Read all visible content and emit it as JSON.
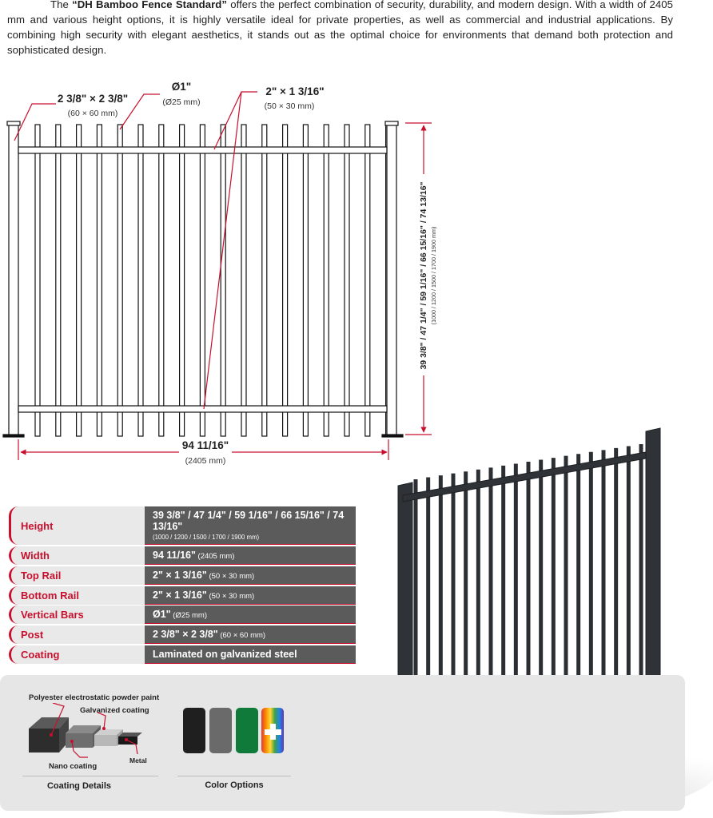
{
  "intro": {
    "pre": "The ",
    "product": "“DH Bamboo Fence Standard”",
    "post": " offers the perfect combination of security, durability, and modern design. With a width of 2405 mm and various height options, it is highly versatile ideal for private properties, as well as commercial and industrial applications. By combining high security with elegant aesthetics, it stands out as the optimal choice for environments that demand both protection and sophisticated design."
  },
  "diagram": {
    "post_dim": "2 3/8\" × 2 3/8\"",
    "post_dim_mm": "(60 × 60 mm)",
    "bar_dim": "Ø1\"",
    "bar_dim_mm": "(Ø25 mm)",
    "rail_dim": "2\" × 1 3/16\"",
    "rail_dim_mm": "(50 × 30 mm)",
    "width": "94 11/16\"",
    "width_mm": "(2405 mm)",
    "height": "39 3/8\" / 47 1/4\" / 59 1/16\" / 66 15/16\" / 74 13/16\"",
    "height_mm": "(1000 / 1200 / 1500 / 1700 / 1900 mm)"
  },
  "specs": [
    {
      "label": "Height",
      "value": "39 3/8\" / 47 1/4\" / 59 1/16\" / 66 15/16\" / 74 13/16\"",
      "sub": "(1000 / 1200 / 1500 / 1700 / 1900 mm)"
    },
    {
      "label": "Width",
      "value": "94 11/16\"",
      "sub": "(2405 mm)"
    },
    {
      "label": "Top Rail",
      "value": "2\" × 1 3/16\"",
      "sub": "(50 × 30 mm)"
    },
    {
      "label": "Bottom Rail",
      "value": "2\" × 1 3/16\"",
      "sub": "(50 × 30 mm)"
    },
    {
      "label": "Vertical Bars",
      "value": "Ø1\"",
      "sub": "(Ø25 mm)"
    },
    {
      "label": "Post",
      "value": "2 3/8\" × 2 3/8\"",
      "sub": "(60 × 60 mm)"
    },
    {
      "label": "Coating",
      "value": "Laminated on galvanized steel",
      "sub": ""
    }
  ],
  "coating": {
    "layer1": "Polyester electrostatic powder paint",
    "layer2": "Galvanized coating",
    "layer3": "Nano coating",
    "layer4": "Metal",
    "title": "Coating Details"
  },
  "colors": {
    "title": "Color Options",
    "swatches": [
      "#1f1f1f",
      "#6a6a6a",
      "#0f7a3a"
    ],
    "accent": "#c8102e"
  }
}
